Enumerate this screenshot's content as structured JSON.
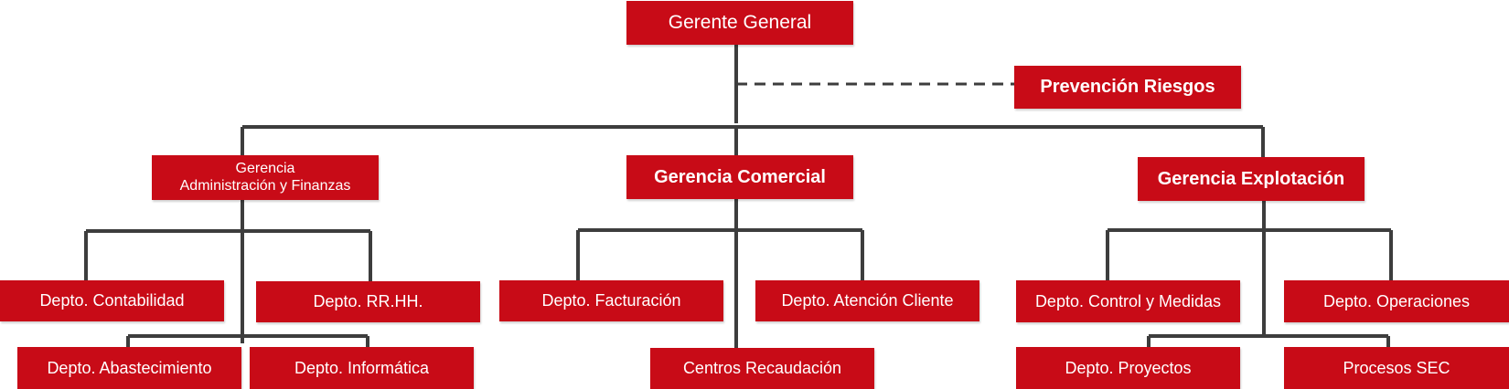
{
  "organization_chart": {
    "top": {
      "label": "Gerente General",
      "color": "#c80b17"
    },
    "staff_unit": {
      "label": "Prevención Riesgos",
      "connection": "dashed"
    },
    "managements": [
      {
        "label_lines": [
          "Gerencia",
          "Administración y Finanzas"
        ],
        "departments": [
          "Depto. Contabilidad",
          "Depto. RR.HH.",
          "Depto. Abastecimiento",
          "Depto. Informática"
        ]
      },
      {
        "label": "Gerencia Comercial",
        "departments": [
          "Depto. Facturación",
          "Depto. Atención Cliente",
          "Centros  Recaudación"
        ]
      },
      {
        "label": "Gerencia Explotación",
        "departments": [
          "Depto. Control y Medidas",
          "Depto. Operaciones",
          "Depto. Proyectos",
          "Procesos SEC"
        ]
      }
    ],
    "line_color": "#3d3d3d"
  }
}
